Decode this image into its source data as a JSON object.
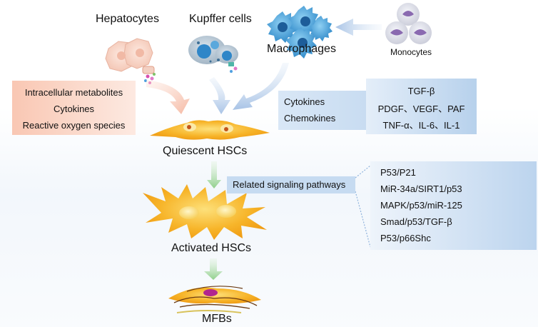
{
  "labels": {
    "hepatocytes": "Hepatocytes",
    "kupffer": "Kupffer cells",
    "macrophages": "Macrophages",
    "monocytes": "Monocytes",
    "quiescent": "Quiescent HSCs",
    "activated": "Activated HSCs",
    "mfbs": "MFBs"
  },
  "hepatocyte_factors": [
    "Intracellular metabolites",
    "Cytokines",
    "Reactive oxygen species"
  ],
  "immune_factors": [
    "Cytokines",
    "Chemokines"
  ],
  "immune_factor_list": [
    "TGF-β",
    "PDGF、VEGF、PAF",
    "TNF-α、IL-6、IL-1"
  ],
  "signaling_label": "Related signaling pathways",
  "signaling_pathways": [
    "P53/P21",
    "MiR-34a/SIRT1/p53",
    "MAPK/p53/miR-125",
    "Smad/p53/TGF-β",
    "P53/p66Shc"
  ],
  "colors": {
    "factor_box": "#fbdccf",
    "blue_box": "#c6dbf1",
    "hsc_orange": "#f4a81c",
    "arrow_green": "#9fd39a",
    "arrow_blue": "#b6cdea",
    "arrow_peach": "#f7c8b6",
    "macrophage_blue": "#2f8fd0",
    "monocyte_purple": "#8a6ab0"
  }
}
